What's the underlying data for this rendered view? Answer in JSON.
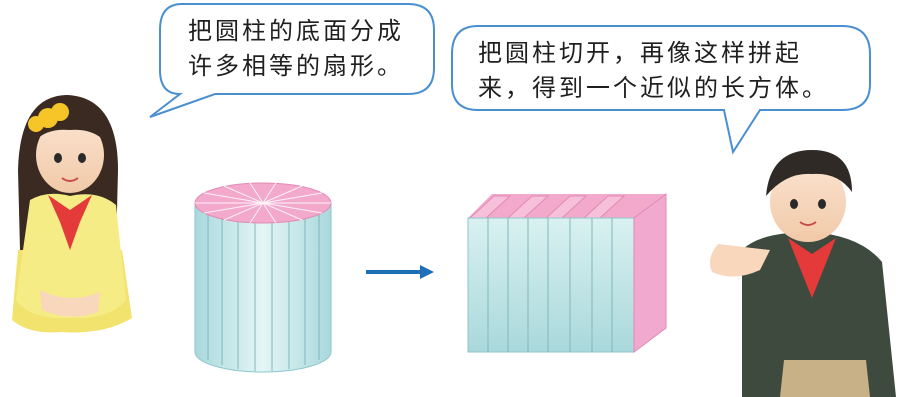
{
  "bubble_left": {
    "line1": "把圆柱的底面分成",
    "line2": "许多相等的扇形。"
  },
  "bubble_right": {
    "line1": "把圆柱切开，再像这样拼起",
    "line2": "来，得到一个近似的长方体。"
  },
  "colors": {
    "bubble_border": "#4a8fd0",
    "cylinder_side": "#bfe5e8",
    "cylinder_top": "#f3a9cc",
    "prism_front": "#c6e9ea",
    "prism_end": "#f2a9cf",
    "arrow": "#1f6fb8"
  },
  "icons": {
    "girl": "girl-character-illustration",
    "boy": "boy-character-illustration",
    "arrow": "right-arrow-icon"
  }
}
